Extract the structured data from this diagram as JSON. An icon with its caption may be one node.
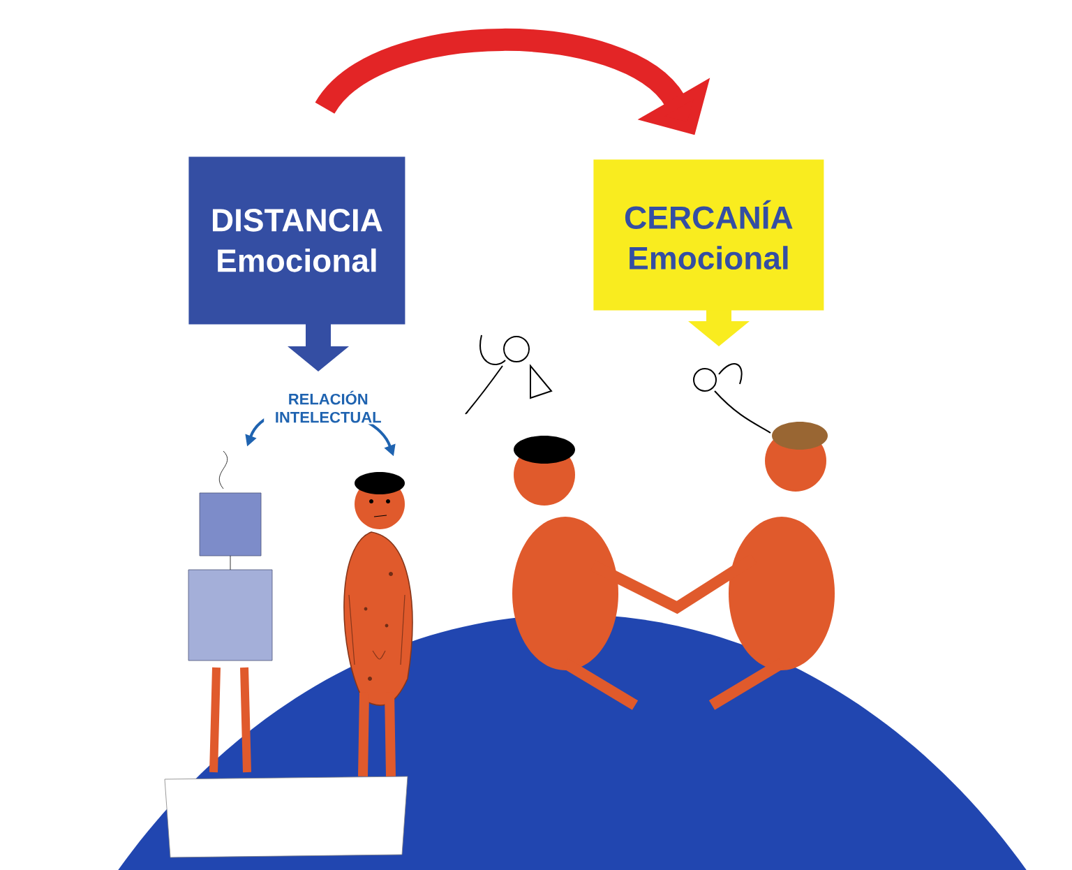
{
  "diagram": {
    "nodes": [
      {
        "text": [
          "DISTANCIA Emocional"
        ]
      },
      {
        "text": [
          "CERCANÍA Emocional"
        ]
      },
      {
        "text": [],
        "shape": "picture"
      },
      {
        "text": [],
        "shape": "picture"
      },
      {
        "text": [],
        "shape": "picture"
      }
    ],
    "edges": [
      {
        "from": 0,
        "to": 1,
        "arrow": "to",
        "style": "thick",
        "color": "#e32526"
      },
      {
        "from": 2,
        "to": 3,
        "arrow": "both",
        "label": "RELACIÓN INTELECTUAL",
        "color": "#1f63b0"
      }
    ]
  }
}
